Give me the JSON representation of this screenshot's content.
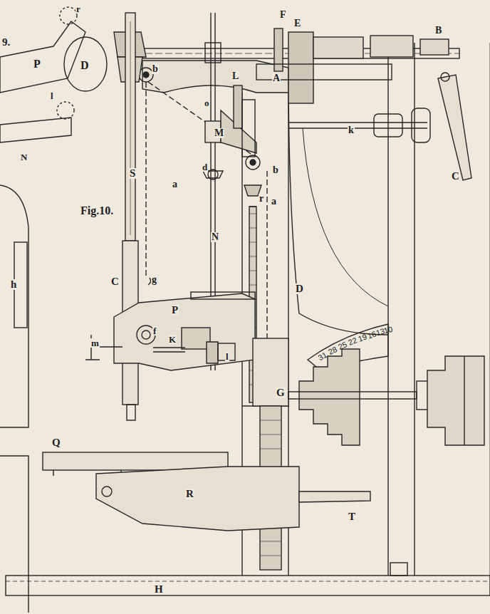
{
  "diagram": {
    "labels": [
      "9.",
      "P",
      "D",
      "r",
      "l",
      "N",
      "h",
      "Fig.10.",
      "F",
      "E",
      "B",
      "A",
      "b",
      "o",
      "L",
      "M",
      "b",
      "S",
      "d",
      "a",
      "N",
      "r",
      "a",
      "k",
      "C",
      "g",
      "C",
      "D",
      "P",
      "f",
      "m",
      "K",
      "l",
      "G",
      "Q",
      "R",
      "T",
      "H",
      "31",
      "28",
      "25",
      "22",
      "19",
      "16",
      "13",
      "10"
    ]
  }
}
